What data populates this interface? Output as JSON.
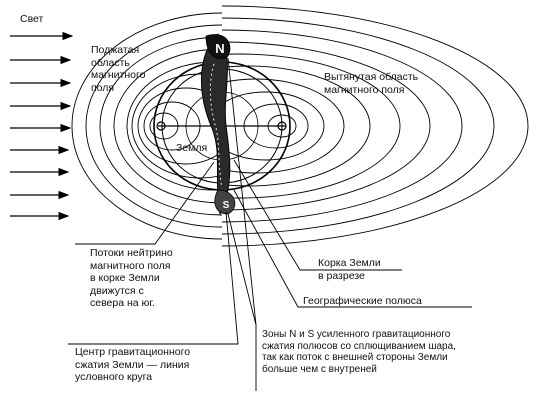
{
  "diagram": {
    "light_label": "Свет",
    "compressed_field_label": "Поджатая\nобласть\nмагнитного\nполя",
    "extended_field_label": "Вытянутая область\nмагнитного поля",
    "earth_label": "Земля",
    "north_label": "N",
    "south_label": "S",
    "neutrino_label": "Потоки нейтрино\nмагнитного поля\nв корке Земли\nдвижутся с\nсевера на юг.",
    "crust_label": "Корка Земли\nв разрезе",
    "poles_label": "Географические полюса",
    "center_label": "Центр гравитационного\nсжатия Земли — линия\nусловного круга",
    "zones_label": "Зоны N и S усиленного гравитационного\nсжатия полюсов со сплющиванием шара,\nтак как поток с внешней стороны Земли\nбольше чем с внутреней"
  }
}
